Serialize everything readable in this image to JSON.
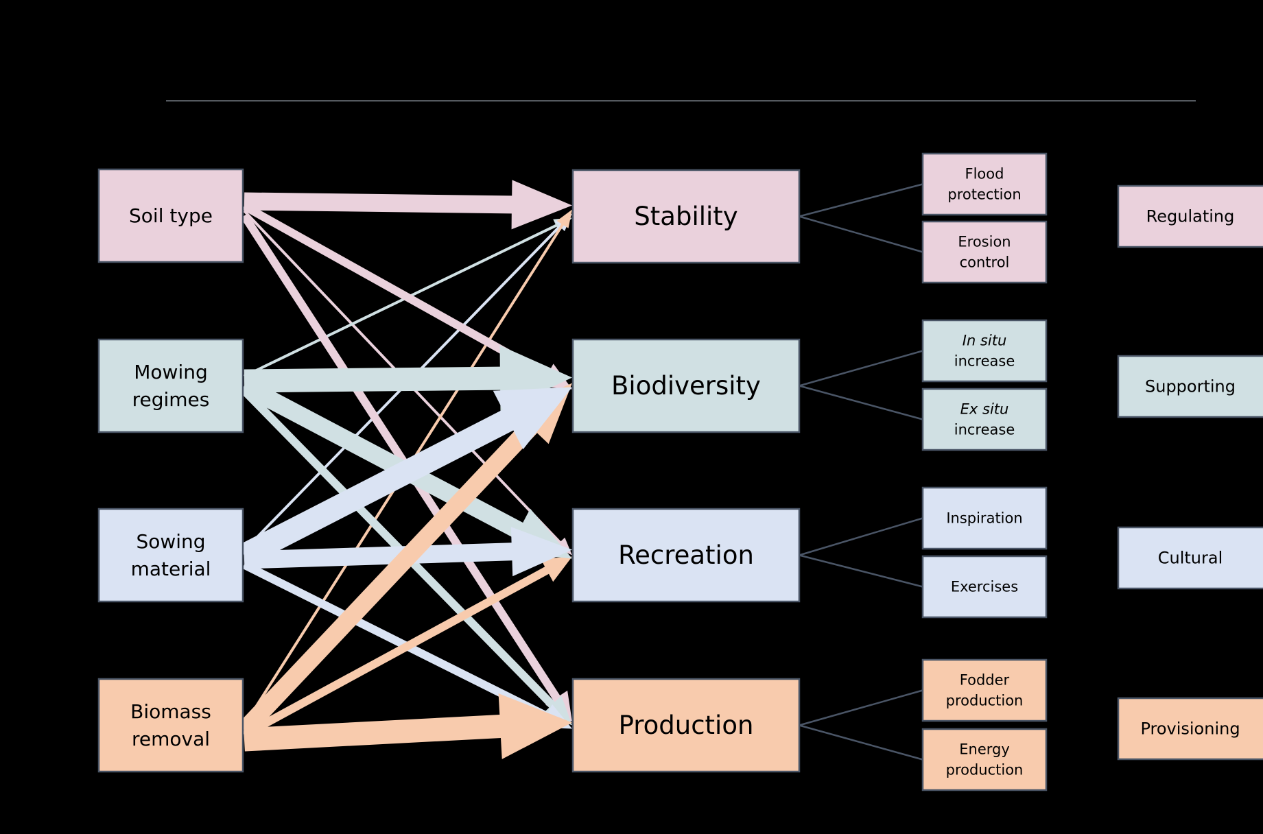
{
  "colors": {
    "pink": "#ead1dc",
    "teal": "#d0e0e3",
    "blue": "#dae3f3",
    "orange": "#f8cbad",
    "frame": "#4a5566",
    "connector": "#4a5566",
    "rule": "#555a60",
    "background": "#000000"
  },
  "drivers": [
    {
      "id": "soil",
      "lines": [
        "Soil type"
      ],
      "color": "pink"
    },
    {
      "id": "mowing",
      "lines": [
        "Mowing",
        "regimes"
      ],
      "color": "teal"
    },
    {
      "id": "sowing",
      "lines": [
        "Sowing",
        "material"
      ],
      "color": "blue"
    },
    {
      "id": "biomass",
      "lines": [
        "Biomass",
        "removal"
      ],
      "color": "orange"
    }
  ],
  "services": [
    {
      "id": "stability",
      "label": "Stability",
      "color": "pink"
    },
    {
      "id": "biodiversity",
      "label": "Biodiversity",
      "color": "teal"
    },
    {
      "id": "recreation",
      "label": "Recreation",
      "color": "blue"
    },
    {
      "id": "production",
      "label": "Production",
      "color": "orange"
    }
  ],
  "subservices": [
    {
      "id": "flood",
      "service": "stability",
      "lines": [
        {
          "t": "Flood",
          "i": false
        },
        {
          "t": "protection",
          "i": false
        }
      ]
    },
    {
      "id": "erosion",
      "service": "stability",
      "lines": [
        {
          "t": "Erosion",
          "i": false
        },
        {
          "t": "control",
          "i": false
        }
      ]
    },
    {
      "id": "insitu",
      "service": "biodiversity",
      "lines": [
        {
          "t": "In situ",
          "i": true
        },
        {
          "t": "increase",
          "i": false
        }
      ]
    },
    {
      "id": "exsitu",
      "service": "biodiversity",
      "lines": [
        {
          "t": "Ex situ",
          "i": true
        },
        {
          "t": "increase",
          "i": false
        }
      ]
    },
    {
      "id": "inspiration",
      "service": "recreation",
      "lines": [
        {
          "t": "Inspiration",
          "i": false
        }
      ]
    },
    {
      "id": "exercises",
      "service": "recreation",
      "lines": [
        {
          "t": "Exercises",
          "i": false
        }
      ]
    },
    {
      "id": "fodder",
      "service": "production",
      "lines": [
        {
          "t": "Fodder",
          "i": false
        },
        {
          "t": "production",
          "i": false
        }
      ]
    },
    {
      "id": "energy",
      "service": "production",
      "lines": [
        {
          "t": "Energy",
          "i": false
        },
        {
          "t": "production",
          "i": false
        }
      ]
    }
  ],
  "categories": [
    {
      "id": "regulating",
      "label": "Regulating",
      "color": "pink"
    },
    {
      "id": "supporting",
      "label": "Supporting",
      "color": "teal"
    },
    {
      "id": "cultural",
      "label": "Cultural",
      "color": "blue"
    },
    {
      "id": "provisioning",
      "label": "Provisioning",
      "color": "orange"
    }
  ],
  "arrows": [
    {
      "from": "soil",
      "to": "stability",
      "strength": 3
    },
    {
      "from": "soil",
      "to": "biodiversity",
      "strength": 2
    },
    {
      "from": "soil",
      "to": "recreation",
      "strength": 1
    },
    {
      "from": "soil",
      "to": "production",
      "strength": 2
    },
    {
      "from": "mowing",
      "to": "stability",
      "strength": 1
    },
    {
      "from": "mowing",
      "to": "biodiversity",
      "strength": 4
    },
    {
      "from": "mowing",
      "to": "recreation",
      "strength": 3
    },
    {
      "from": "mowing",
      "to": "production",
      "strength": 2
    },
    {
      "from": "sowing",
      "to": "stability",
      "strength": 1
    },
    {
      "from": "sowing",
      "to": "biodiversity",
      "strength": 4
    },
    {
      "from": "sowing",
      "to": "recreation",
      "strength": 3
    },
    {
      "from": "sowing",
      "to": "production",
      "strength": 2
    },
    {
      "from": "biomass",
      "to": "stability",
      "strength": 1
    },
    {
      "from": "biomass",
      "to": "biodiversity",
      "strength": 3
    },
    {
      "from": "biomass",
      "to": "recreation",
      "strength": 2
    },
    {
      "from": "biomass",
      "to": "production",
      "strength": 4
    }
  ]
}
